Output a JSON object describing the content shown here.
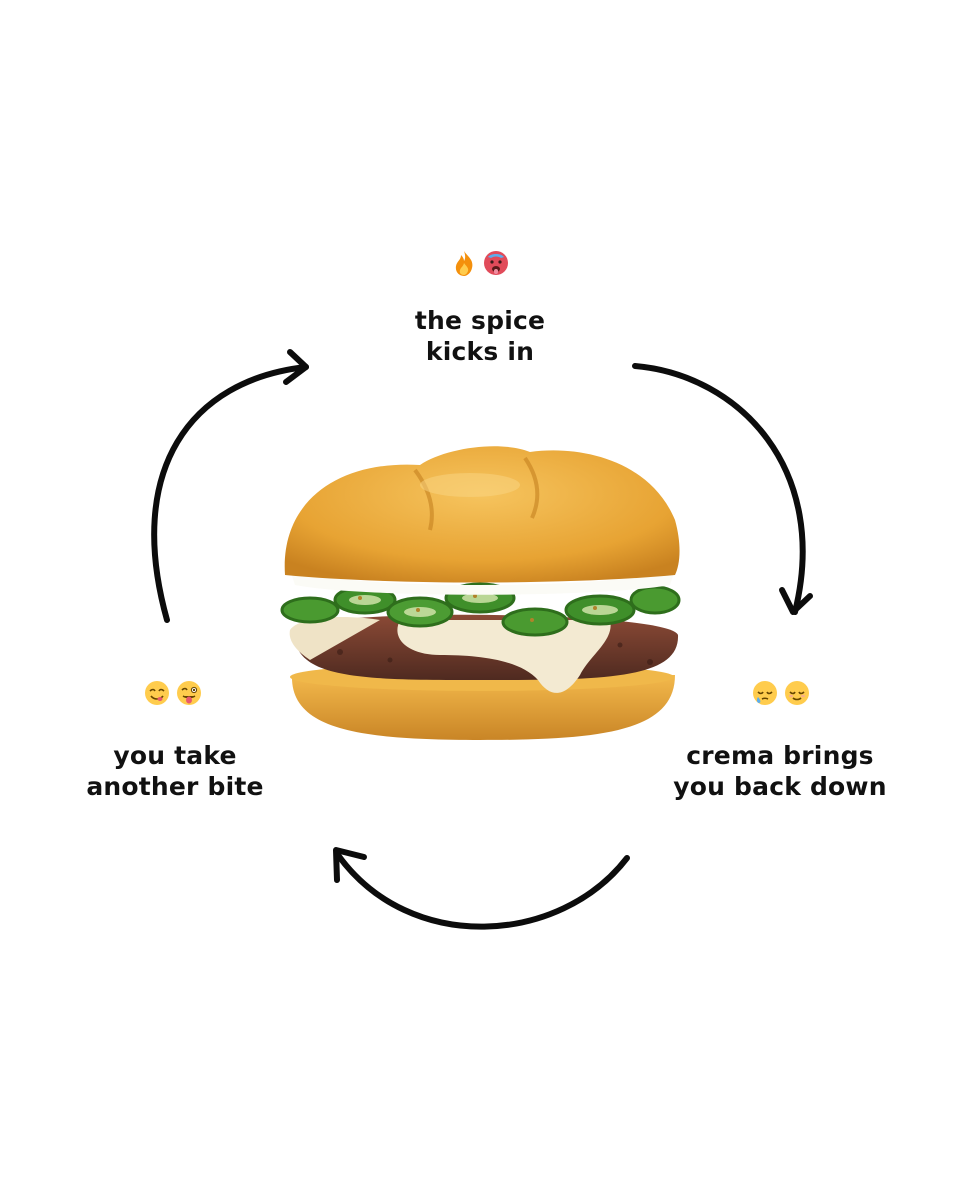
{
  "steps": [
    {
      "line1": "the spice",
      "line2": "kicks in",
      "emoji": [
        "fire-emoji",
        "hot-face-emoji"
      ]
    },
    {
      "line1": "crema brings",
      "line2": "you back down",
      "emoji": [
        "relieved-tear-emoji",
        "relieved-face-emoji"
      ]
    },
    {
      "line1": "you take",
      "line2": "another bite",
      "emoji": [
        "yum-face-emoji",
        "winking-tongue-emoji"
      ]
    }
  ],
  "colors": {
    "arrow": "#0c0c0c",
    "bun": "#e8a93a",
    "jalapeno": "#3f8f2a",
    "cheese": "#f3ead2",
    "patty": "#6e3a2c"
  }
}
